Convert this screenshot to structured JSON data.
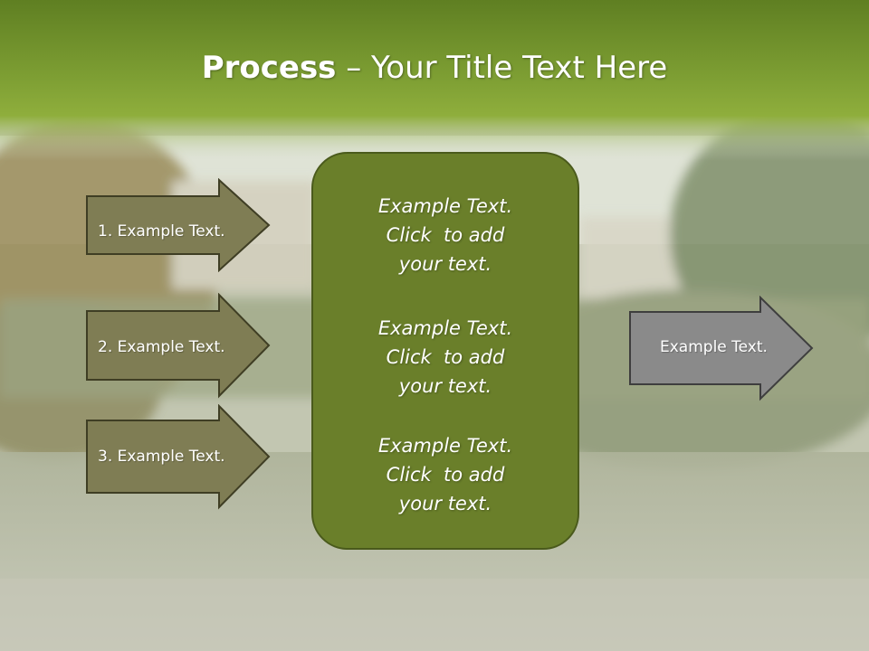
{
  "title": {
    "bold": "Process",
    "rest": " – Your Title Text Here"
  },
  "left_arrows": [
    {
      "label": "1. Example Text."
    },
    {
      "label": "2. Example Text."
    },
    {
      "label": "3. Example Text."
    }
  ],
  "center_blocks": [
    {
      "lines": [
        "Example Text.",
        "Click  to add",
        "your text."
      ]
    },
    {
      "lines": [
        "Example Text.",
        "Click  to add",
        "your text."
      ]
    },
    {
      "lines": [
        "Example Text.",
        "Click  to add",
        "your text."
      ]
    }
  ],
  "right_arrow": {
    "label": "Example Text."
  },
  "colors": {
    "header_green": "#7a9a2e",
    "arrow_olive": "#7f7d54",
    "center_green": "#6a7f2a",
    "right_arrow_gray": "#8a8a8a"
  }
}
